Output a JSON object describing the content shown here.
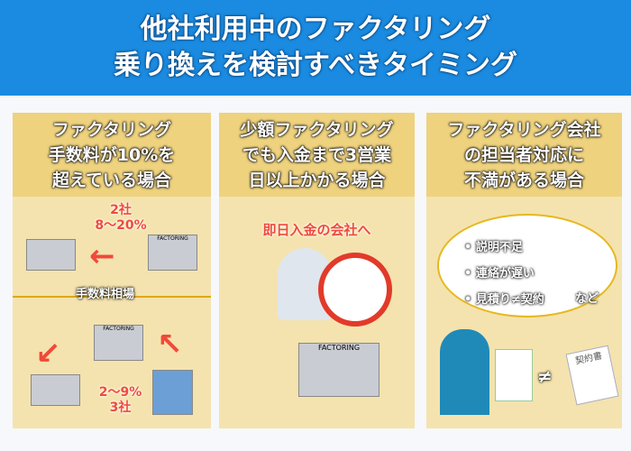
{
  "header": {
    "line1": "他社利用中のファクタリング",
    "line2": "乗り換えを検討すべきタイミング"
  },
  "panels": [
    {
      "title": [
        "ファクタリング",
        "手数料が10%を",
        "超えている場合"
      ],
      "top_label": [
        "2社",
        "8〜20%"
      ],
      "divider_label": "手数料相場",
      "bottom_label": [
        "2〜9%",
        "3社"
      ],
      "bank_sign": "FACTORING"
    },
    {
      "title": [
        "少額ファクタリング",
        "でも入金まで3営業",
        "日以上かかる場合"
      ],
      "caption": "即日入金の会社へ",
      "bank_sign": "FACTORING"
    },
    {
      "title": [
        "ファクタリング会社",
        "の担当者対応に",
        "不満がある場合"
      ],
      "bullets": [
        "説明不足",
        "連絡が遅い",
        "見積り≠契約"
      ],
      "etc": "など",
      "not_equal": "≠",
      "contract": "契約書"
    }
  ]
}
